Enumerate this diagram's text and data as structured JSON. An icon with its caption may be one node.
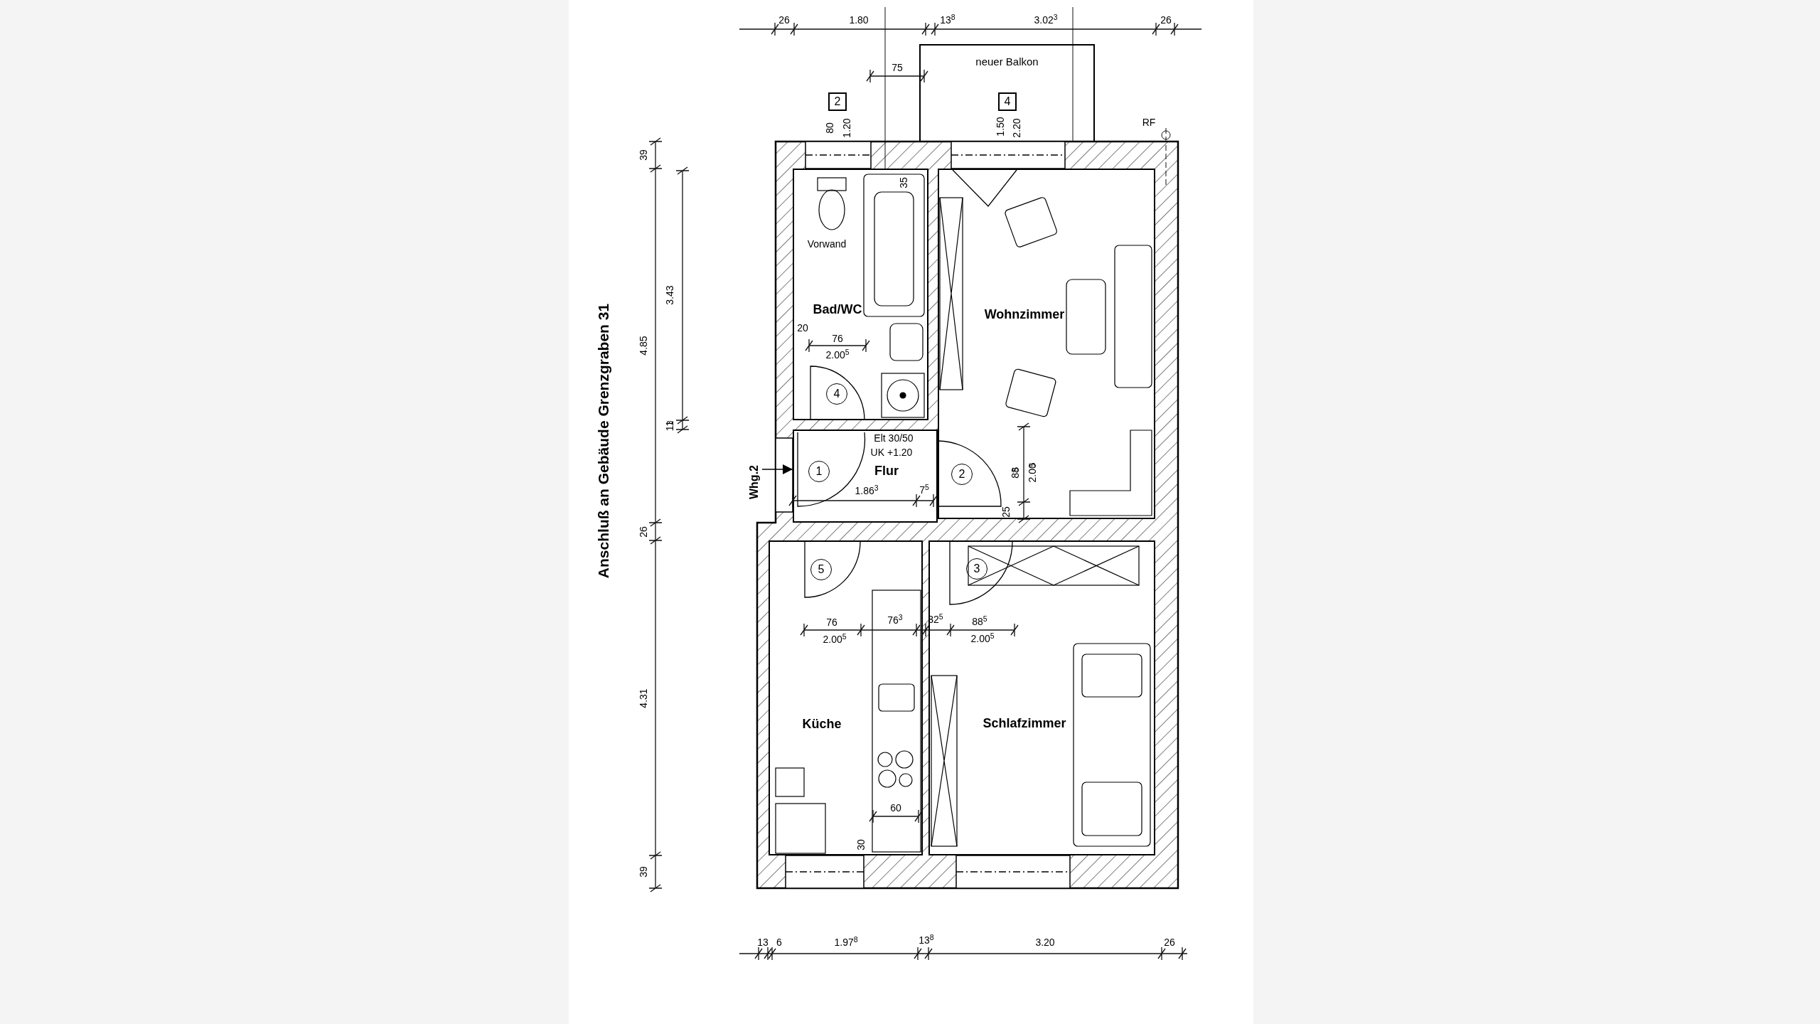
{
  "diagram": {
    "title": "Anschluß an Gebäude Grenzgraben 31",
    "nodes": [
      {
        "text": [
          "neuer Balkon"
        ]
      },
      {
        "text": [
          "2"
        ]
      },
      {
        "text": [
          "4"
        ],
        "in": 0
      },
      {
        "text": [
          "Bad/WC"
        ]
      },
      {
        "text": [
          "Wohnzimmer"
        ]
      },
      {
        "text": [
          "Flur"
        ]
      },
      {
        "text": [
          "Küche"
        ]
      },
      {
        "text": [
          "Schlafzimmer"
        ]
      },
      {
        "text": [
          "4"
        ],
        "in": 3
      },
      {
        "text": [
          "1"
        ],
        "in": 5
      },
      {
        "text": [
          "2"
        ],
        "in": 4
      },
      {
        "text": [
          "5"
        ],
        "in": 6
      },
      {
        "text": [
          "3"
        ],
        "in": 7
      },
      {
        "text": [
          "Whg.2"
        ]
      }
    ],
    "edges": [
      {
        "from": 13,
        "to": 5,
        "arrow": "to"
      }
    ],
    "labels": [
      "26",
      "1.80",
      "13$^{8}$",
      "3.02$^{3}$",
      "26",
      "75",
      "80",
      "1.20",
      "1.50",
      "2.20",
      "RF",
      "35",
      "Vorwand",
      "20",
      "76",
      "2.00$^{5}$",
      "39",
      "4.85",
      "3.43",
      "11$^{3}$",
      "26",
      "4.31",
      "39",
      "Elt 30/50",
      "UK +1.20",
      "1.86$^{3}$",
      "7$^{5}$",
      "88$^{5}$",
      "2.00$^{5}$",
      "25",
      "76",
      "2.00$^{5}$",
      "76$^{3}$",
      "32$^{5}$",
      "88$^{5}$",
      "2.00$^{5}$",
      "60",
      "30",
      "13",
      "6",
      "1.97$^{8}$",
      "13$^{8}$",
      "3.20",
      "26"
    ]
  }
}
